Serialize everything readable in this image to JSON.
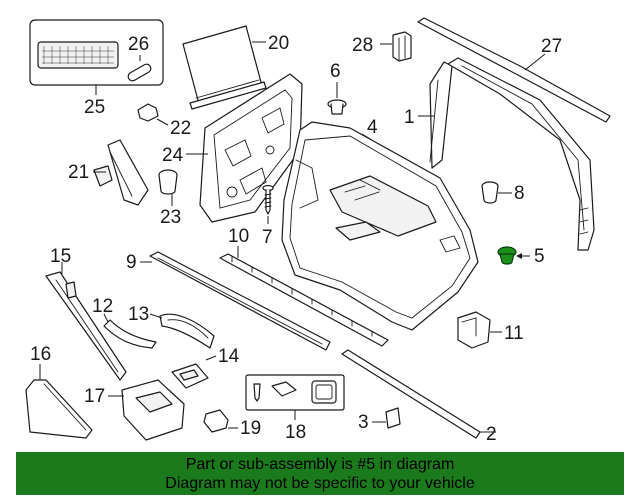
{
  "callouts": [
    {
      "id": "2",
      "label": "2"
    },
    {
      "id": "3",
      "label": "3"
    },
    {
      "id": "4",
      "label": "4"
    },
    {
      "id": "5",
      "label": "5"
    },
    {
      "id": "6",
      "label": "6"
    },
    {
      "id": "7",
      "label": "7"
    },
    {
      "id": "8",
      "label": "8"
    },
    {
      "id": "9",
      "label": "9"
    },
    {
      "id": "10",
      "label": "10"
    },
    {
      "id": "11",
      "label": "11"
    },
    {
      "id": "12",
      "label": "12"
    },
    {
      "id": "13",
      "label": "13"
    },
    {
      "id": "14",
      "label": "14"
    },
    {
      "id": "15",
      "label": "15"
    },
    {
      "id": "16",
      "label": "16"
    },
    {
      "id": "17",
      "label": "17"
    },
    {
      "id": "18",
      "label": "18"
    },
    {
      "id": "19",
      "label": "19"
    },
    {
      "id": "20",
      "label": "20"
    },
    {
      "id": "21",
      "label": "21"
    },
    {
      "id": "22",
      "label": "22"
    },
    {
      "id": "23",
      "label": "23"
    },
    {
      "id": "24",
      "label": "24"
    },
    {
      "id": "25",
      "label": "25"
    },
    {
      "id": "26",
      "label": "26"
    },
    {
      "id": "27",
      "label": "27"
    },
    {
      "id": "28",
      "label": "28"
    },
    {
      "id": "1",
      "label": "1"
    }
  ],
  "highlighted_part": "5",
  "colors": {
    "highlight_part": "#1a8f1a",
    "banner_background": "#1b7a1b",
    "banner_text": "#000000",
    "line_art": "#1a1a1a"
  },
  "banner": {
    "line1": "Part or sub-assembly is #5 in diagram",
    "line2": "Diagram may not be specific to your vehicle"
  }
}
